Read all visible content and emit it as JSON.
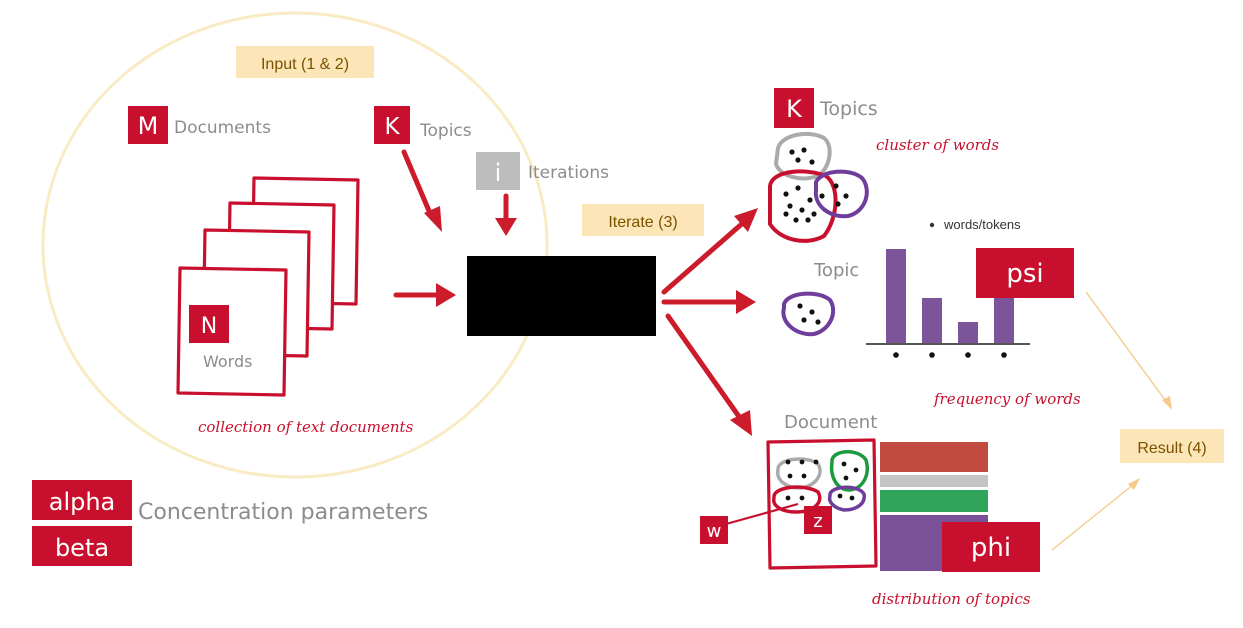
{
  "stages": {
    "input": "Input (1 & 2)",
    "iterate": "Iterate (3)",
    "result": "Result (4)"
  },
  "inputs": {
    "documents": {
      "symbol": "M",
      "label": "Documents"
    },
    "topics": {
      "symbol": "K",
      "label": "Topics"
    },
    "iterations": {
      "symbol": "i",
      "label": "Iterations"
    },
    "words": {
      "symbol": "N",
      "label": "Words"
    },
    "collection_caption": "collection of text documents"
  },
  "parameters": {
    "alpha": "alpha",
    "beta": "beta",
    "label": "Concentration parameters"
  },
  "outputs": {
    "topics": {
      "symbol": "K",
      "label": "Topics",
      "caption": "cluster of words"
    },
    "topic": {
      "label": "Topic",
      "legend": "words/tokens",
      "symbol": "psi",
      "caption": "frequency of words"
    },
    "document": {
      "label": "Document",
      "word_symbol": "w",
      "topic_symbol": "z",
      "symbol": "phi",
      "caption": "distribution of topics"
    }
  },
  "chart_data": {
    "type": "bar",
    "categories": [
      "",
      "",
      "",
      ""
    ],
    "values": [
      0.95,
      0.46,
      0.22,
      0.6
    ],
    "ylim": [
      0,
      1
    ],
    "grid": false,
    "colors": {
      "bars": "#7b5499"
    }
  },
  "colors": {
    "accent_red": "#c8102e",
    "stage_fill": "#fce5b6",
    "iterations_grey": "#bdbdbd",
    "input_circle": "#f9ebc4",
    "topic_purple": "#6f3d9c",
    "topic_green": "#1b9a3e",
    "topic_grey": "#aaaaaa",
    "phi_bar_red": "#c04b3e",
    "phi_bar_grey": "#c4c4c4",
    "phi_bar_green": "#2ea55b",
    "phi_bar_purple": "#7a5199"
  }
}
